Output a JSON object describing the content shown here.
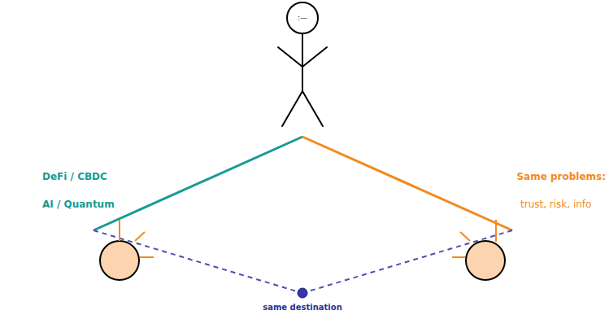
{
  "diagram": {
    "nodes": [
      {
        "text": [
          ":—"
        ]
      }
    ],
    "labels": [
      "DeFi / CBDC",
      "AI / Quantum",
      "Same problems:",
      "trust, risk, info",
      "same destination"
    ]
  }
}
